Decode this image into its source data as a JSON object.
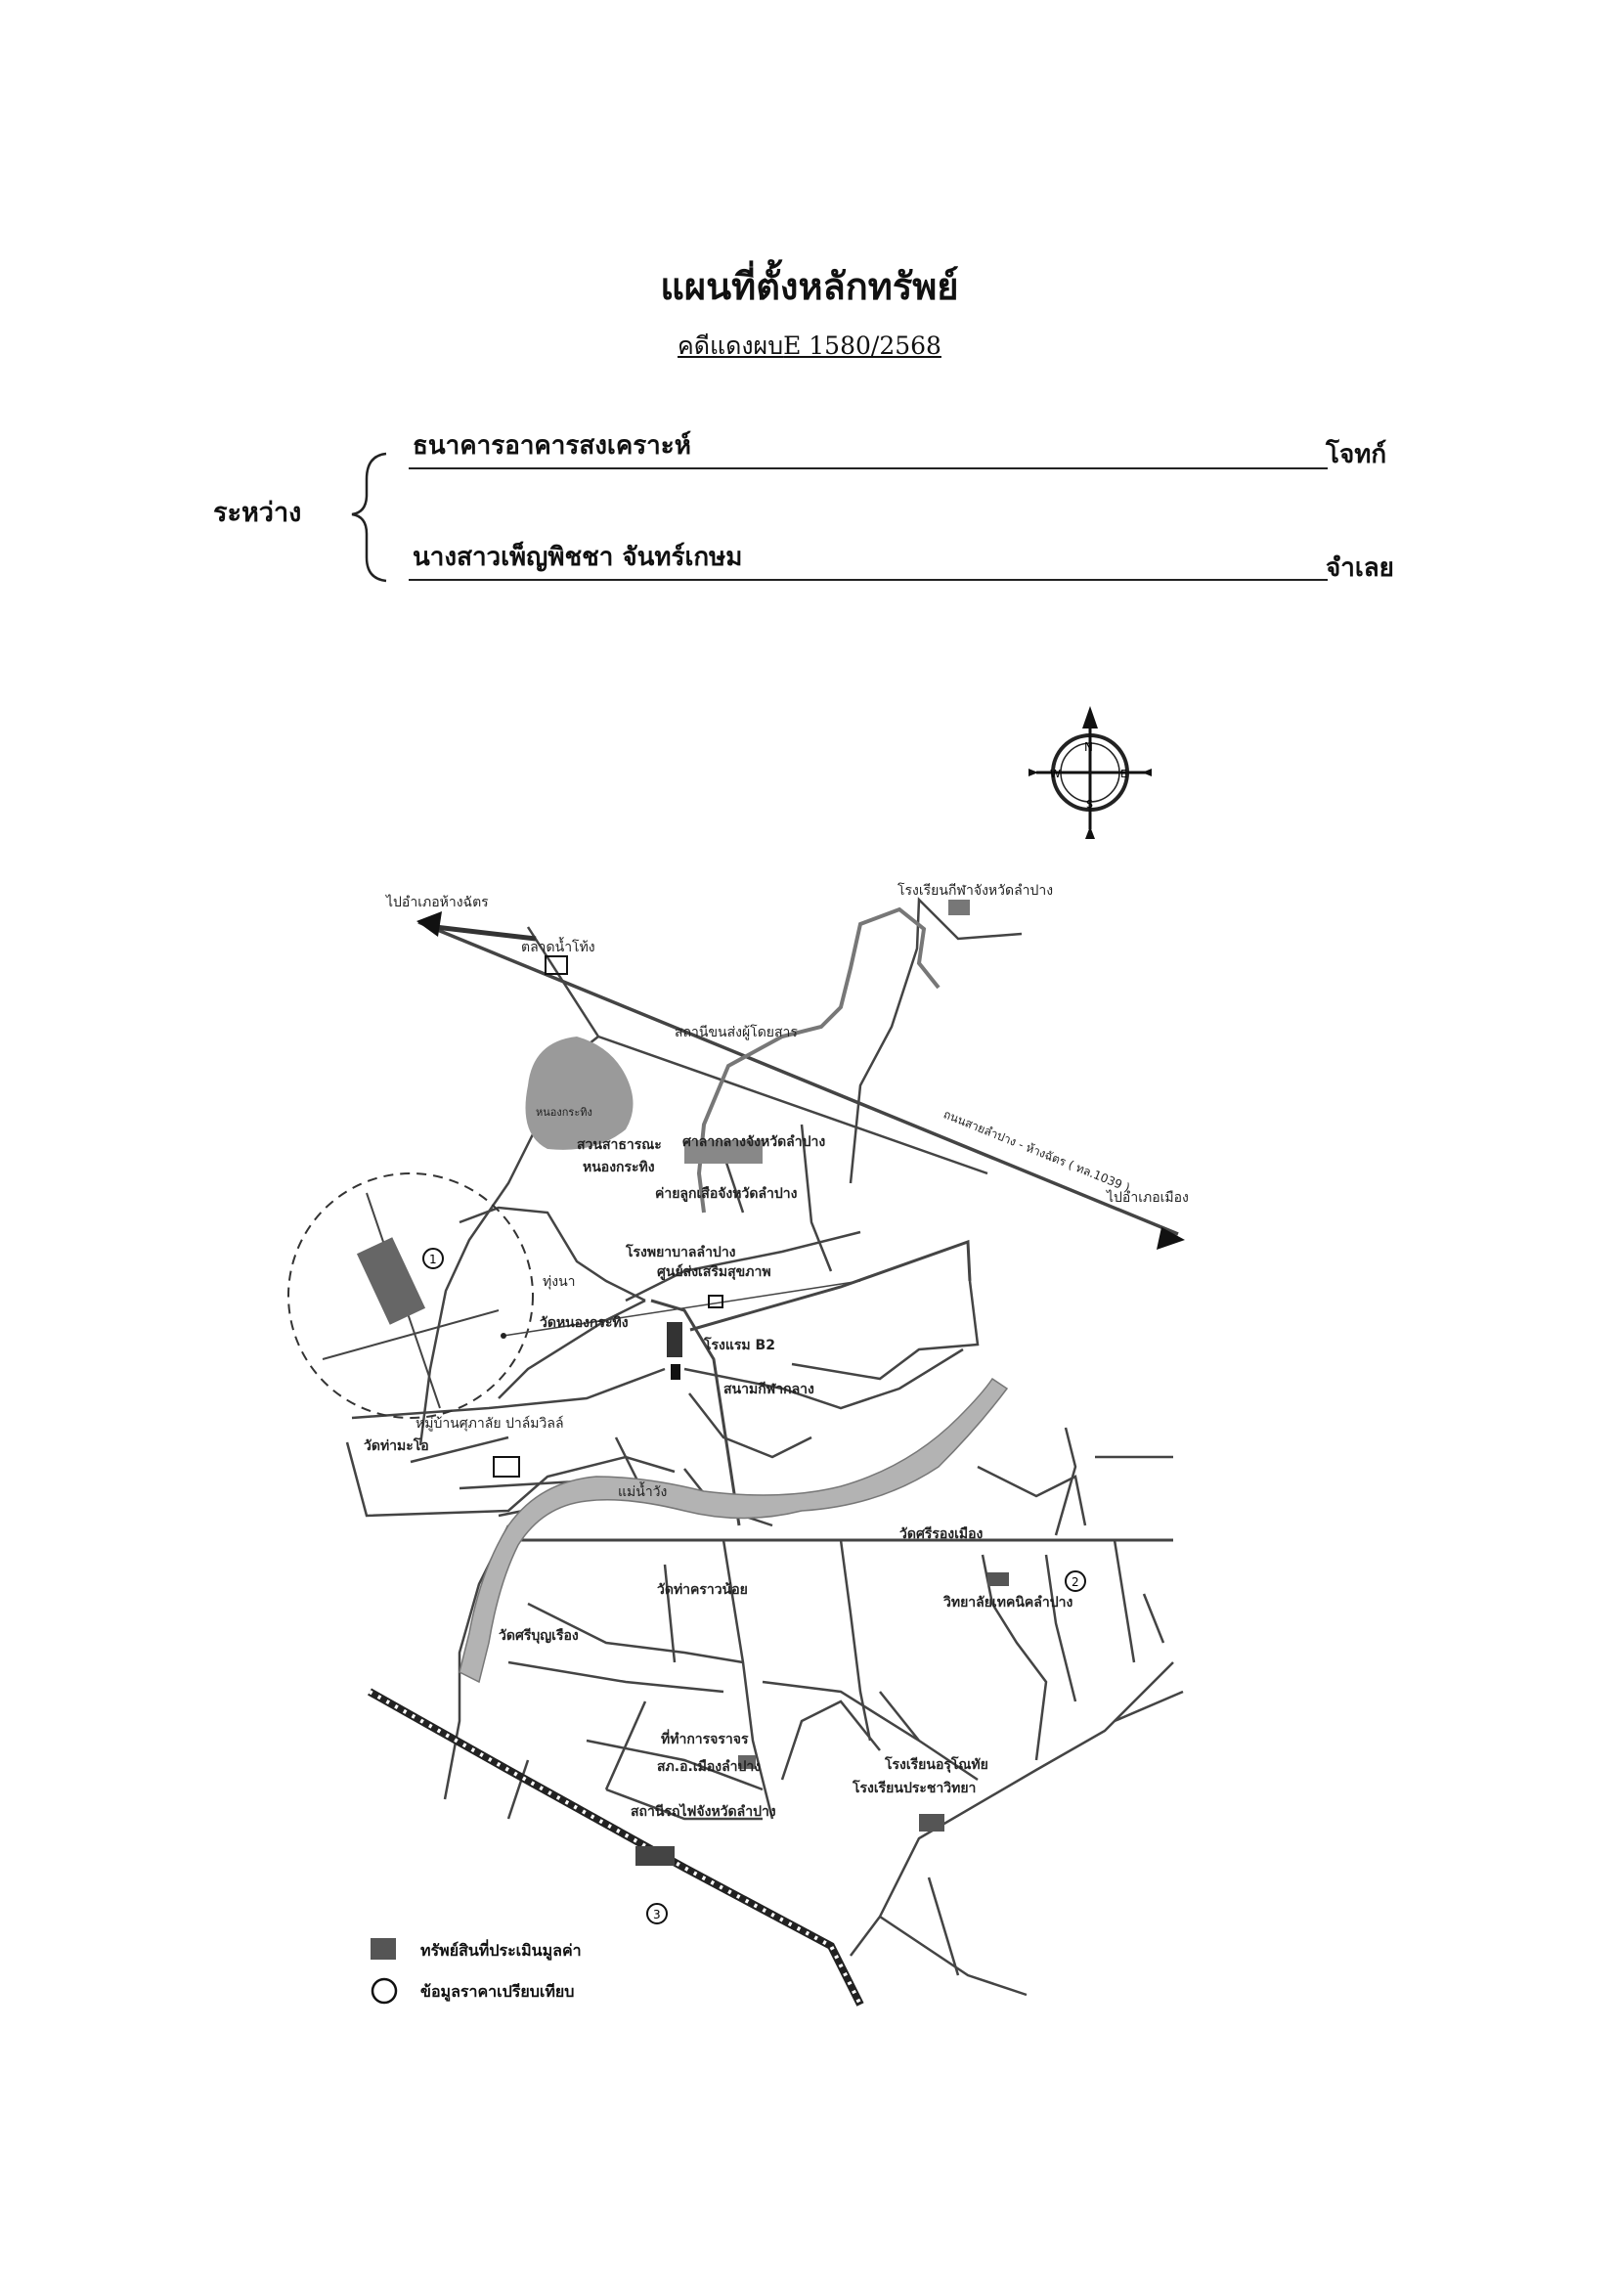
{
  "header": {
    "title": "แผนที่ตั้งหลักทรัพย์",
    "case_prefix": "คดีแดงผบ",
    "case_number": "E 1580/2568"
  },
  "parties": {
    "between_label": "ระหว่าง",
    "plaintiff_name": "ธนาคารอาคารสงเคราะห์",
    "plaintiff_role": "โจทก์",
    "defendant_name": "นางสาวเพ็ญพิชชา จันทร์เกษม",
    "defendant_role": "จำเลย"
  },
  "compass": {
    "n": "N",
    "e": "E",
    "s": "S",
    "w": "W"
  },
  "map_labels": {
    "to_chae_hom": "ไปอำเภอห้างฉัตร",
    "to_mueang": "ไปอำเภอเมือง",
    "lampang_school": "โรงเรียนกีฬาจังหวัดลำปาง",
    "market": "ตลาดน้ำโท้ง",
    "transport": "สถานีขนส่งผู้โดยสาร",
    "pond": "หนองกระทิง",
    "park": "สวนสาธารณะ",
    "park2": "หนองกระทิง",
    "provincial_hall": "ศาลากลางจังหวัดลำปาง",
    "camp": "ค่ายลูกเสือจังหวัดลำปาง",
    "hospital": "โรงพยาบาลลำปาง",
    "hospital2": "ศูนย์ส่งเสริมสุขภาพ",
    "highway": "ถนนสายลำปาง - ห้างฉัตร ( ทล.1039 )",
    "thung_na": "ทุ่งนา",
    "wat_nong": "วัดหนองกระทิง",
    "hotel": "โรงแรม B2",
    "stadium": "สนามกีฬากลาง",
    "village": "หมู่บ้านศุภาลัย ปาล์มวิลล์",
    "wat_tha": "วัดท่ามะโอ",
    "wang_river": "แม่น้ำวัง",
    "wat_srirong": "วัดศรีรองเมือง",
    "wat_tha_kraw": "วัดท่าคราวน้อย",
    "tech_college": "วิทยาลัยเทคนิคลำปาง",
    "wat_bunyuen": "วัดศรีบุญเรือง",
    "police": "ที่ทำการจราจร",
    "police2": "สภ.อ.เมืองลำปาง",
    "school_a": "โรงเรียนอรุโณทัย",
    "school_b": "โรงเรียนประชาวิทยา",
    "station": "สถานีรถไฟจังหวัดลำปาง",
    "marker1": "1",
    "marker2": "2",
    "marker3": "3"
  },
  "legend": {
    "asset": "ทรัพย์สินที่ประเมินมูลค่า",
    "comparable": "ข้อมูลราคาเปรียบเทียบ"
  }
}
